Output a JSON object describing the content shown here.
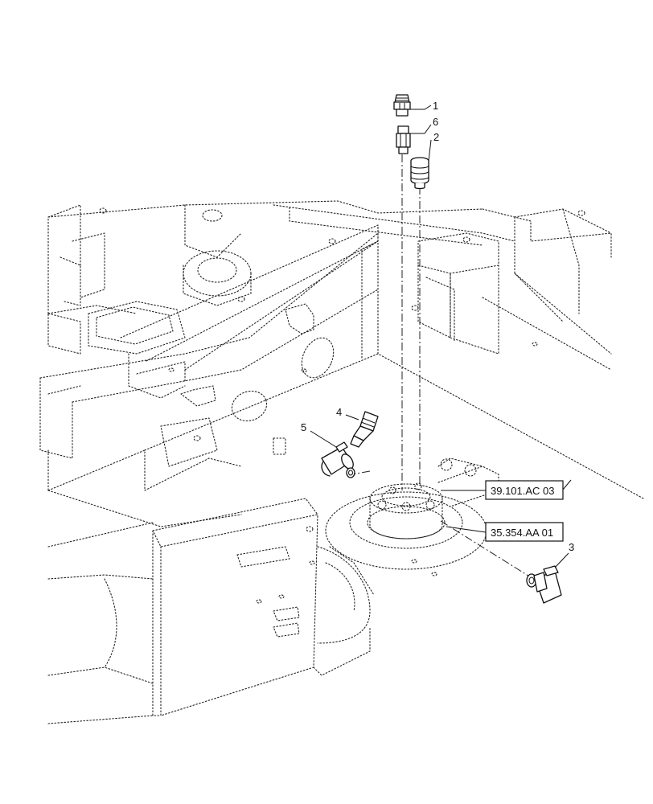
{
  "callouts": {
    "c1": "1",
    "c2": "2",
    "c3": "3",
    "c4": "4",
    "c5": "5",
    "c6": "6"
  },
  "references": {
    "ref_valve": "39.101.AC 03",
    "ref_swivel": "35.354.AA 01"
  },
  "colors": {
    "line": "#111111",
    "background": "#ffffff"
  }
}
